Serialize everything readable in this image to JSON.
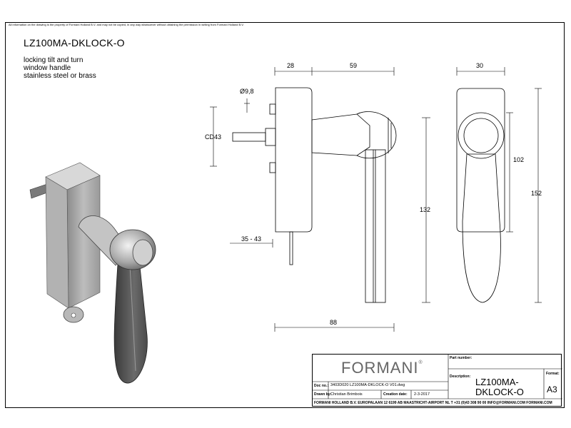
{
  "disclaimer": "All information on the drawing is the property of Formani Holland B.V. and may not be copied, in any way whatsoever without obtaining the permission in writing from Formani Holland B.V.",
  "header": {
    "title": "LZ100MA-DKLOCK-O",
    "description": [
      "locking tilt and turn",
      "window handle",
      "stainless steel or brass"
    ]
  },
  "dimensions": {
    "d28": "28",
    "d59": "59",
    "d30": "30",
    "d9_8": "Ø9,8",
    "cd43": "CD43",
    "d35_43": "35 - 43",
    "d132": "132",
    "d102": "102",
    "d152": "152",
    "d88": "88"
  },
  "title_block": {
    "logo": "FORMANI",
    "logo_mark": "®",
    "part_number_label": "Part number:",
    "part_number_value": "",
    "description_label": "Description:",
    "description_value": "LZ100MA-DKLOCK-O",
    "format_label": "Format:",
    "format_value": "A3",
    "doc_label": "Doc no.:",
    "doc_value": "3403D020 LZ100MA-DKLOCK-O V01.dwg",
    "drawn_label": "Drawn by:",
    "drawn_value": "Christian Brimbois",
    "creation_label": "Creation date:",
    "creation_value": "2-3-2017",
    "footer": "FORMANI HOLLAND B.V.  EUROPALAAN 12  6199 AB MAASTRICHT-AIRPORT NL  T +31 (0)43 308 90 00 INFO@FORMANI.COM FORMANI.COM"
  },
  "colors": {
    "line": "#000000",
    "metal_light": "#e6e6e6",
    "metal_dark": "#4a4a4a"
  }
}
